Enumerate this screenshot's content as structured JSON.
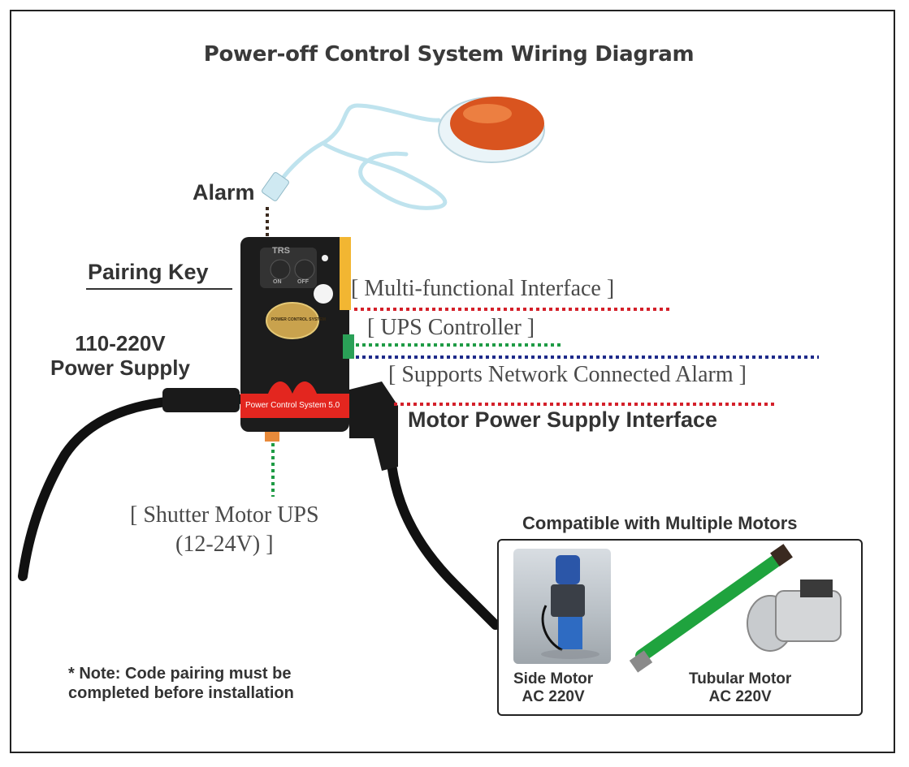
{
  "title": "Power-off Control System Wiring Diagram",
  "labels": {
    "alarm": "Alarm",
    "pairing_key": "Pairing Key",
    "power_supply_line1": "110-220V",
    "power_supply_line2": "Power Supply",
    "multi_functional": "[ Multi-functional  Interface ]",
    "ups_controller": "[ UPS Controller ]",
    "network_alarm": "[ Supports Network Connected Alarm ]",
    "motor_power": "Motor Power Supply Interface",
    "shutter_line1": "[ Shutter Motor UPS",
    "shutter_line2": "(12-24V) ]",
    "note_line1": "* Note:  Code pairing must be",
    "note_line2": "completed before installation"
  },
  "device": {
    "brand": "TRS",
    "button_on": "ON",
    "button_off": "OFF",
    "badge_text": "POWER CONTROL SYSTEM",
    "name": "Power Control System 5.0"
  },
  "motors": {
    "heading": "Compatible with Multiple Motors",
    "side_line1": "Side Motor",
    "side_line2": "AC 220V",
    "tubular_line1": "Tubular Motor",
    "tubular_line2": "AC 220V"
  },
  "colors": {
    "red_dots": "#d4202a",
    "green_dots": "#1e9b45",
    "blue_dots": "#1d2a8a",
    "brown_dots": "#3b2a1e",
    "device_body": "#1c1c1c",
    "device_red": "#e3261f",
    "alarm_lamp": "#d9541f",
    "cable_light": "#bfe3ee",
    "motor_green": "#1fa33e"
  }
}
